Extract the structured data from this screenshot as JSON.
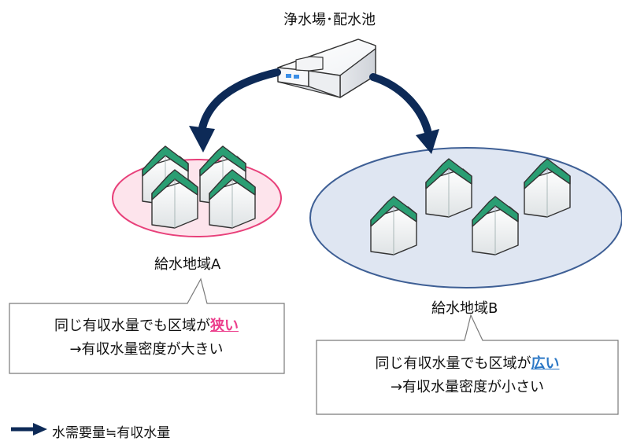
{
  "title": "浄水場･配水池",
  "areaA": {
    "label": "給水地域A",
    "callout_line1_prefix": "同じ有収水量でも区域が",
    "callout_line1_emphasis": "狭い",
    "callout_line2": "→有収水量密度が大きい"
  },
  "areaB": {
    "label": "給水地域B",
    "callout_line1_prefix": "同じ有収水量でも区域が",
    "callout_line1_emphasis": "広い",
    "callout_line2": "→有収水量密度が小さい"
  },
  "legend": {
    "arrow_label": "水需要量≒有収水量"
  },
  "colors": {
    "arrow": "#0d2a57",
    "areaA_fill": "#fde4ec",
    "areaA_stroke": "#e8407a",
    "areaB_fill": "#dfe6f2",
    "areaB_stroke": "#3e5f95",
    "roof": "#2a9e73",
    "emphasis_pink": "#ec3e8c",
    "emphasis_blue": "#2c78c6"
  }
}
